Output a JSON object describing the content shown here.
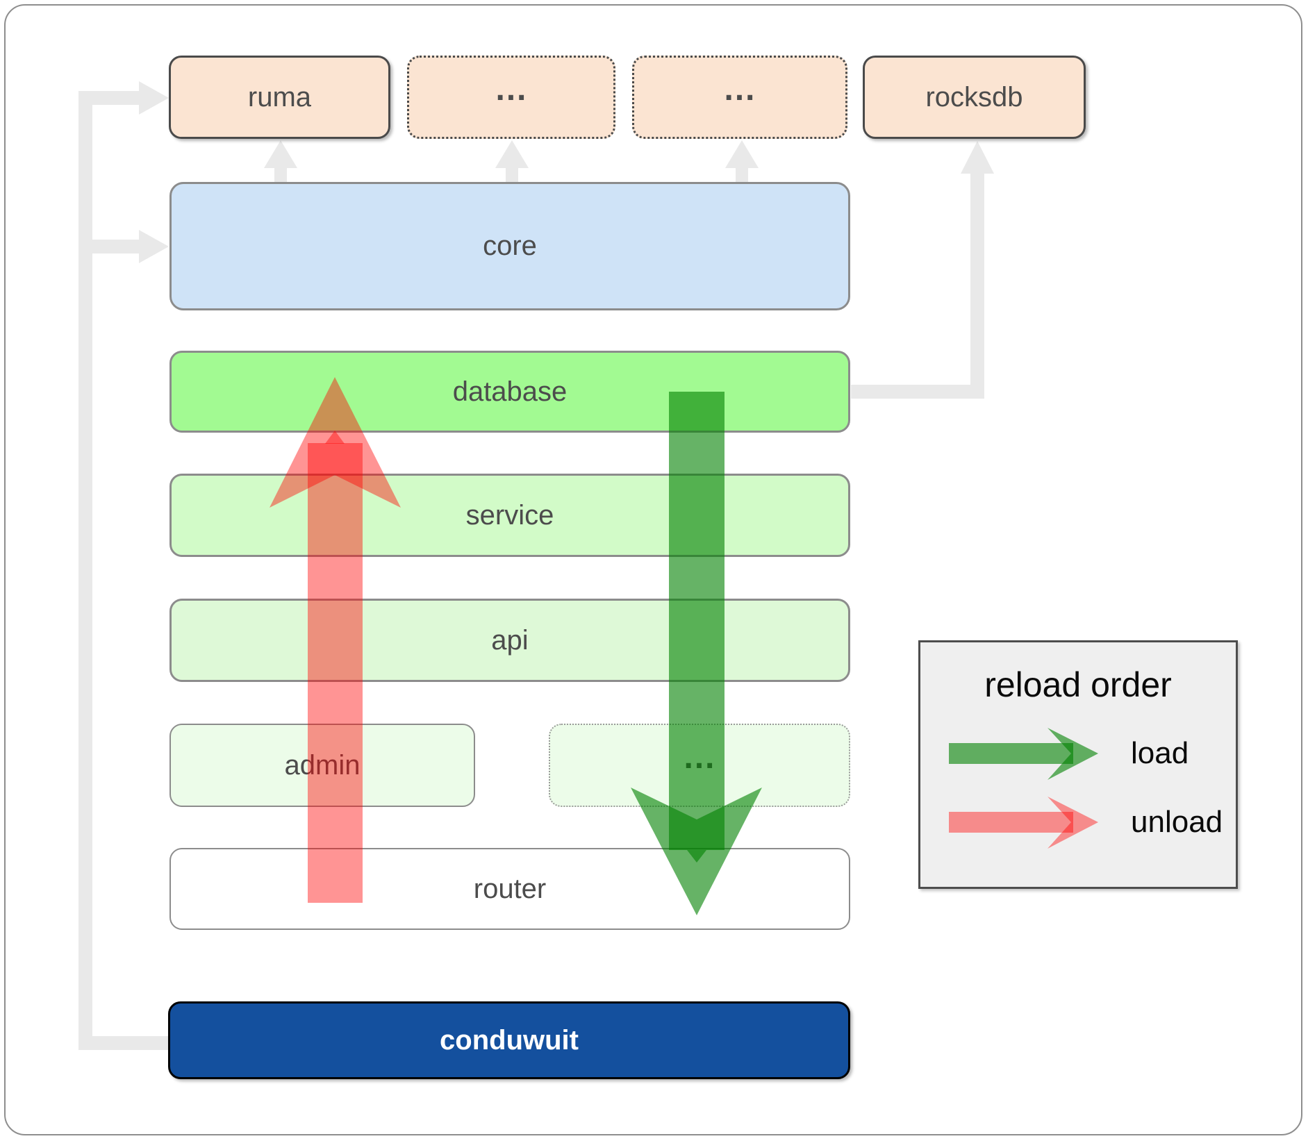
{
  "boxes": {
    "ruma": "ruma",
    "ellipsis_top_1": "…",
    "ellipsis_top_2": "…",
    "rocksdb": "rocksdb",
    "core": "core",
    "database": "database",
    "service": "service",
    "api": "api",
    "admin": "admin",
    "ellipsis_bottom": "…",
    "router": "router",
    "conduwuit": "conduwuit"
  },
  "legend": {
    "title": "reload order",
    "load_label": "load",
    "unload_label": "unload"
  },
  "colors": {
    "load_arrow": "#008000",
    "unload_arrow": "#ff0000",
    "peach_box": "#fbe4d2",
    "core_box": "#cfe3f7",
    "database_box": "#a2fa92",
    "service_box": "#d2fbc8",
    "api_box": "#def9d7",
    "admin_box": "#ecfce9",
    "router_box": "#ffffff",
    "conduwuit_box": "#14509e",
    "connector": "#e9e9e9",
    "legend_bg": "#efefef"
  }
}
